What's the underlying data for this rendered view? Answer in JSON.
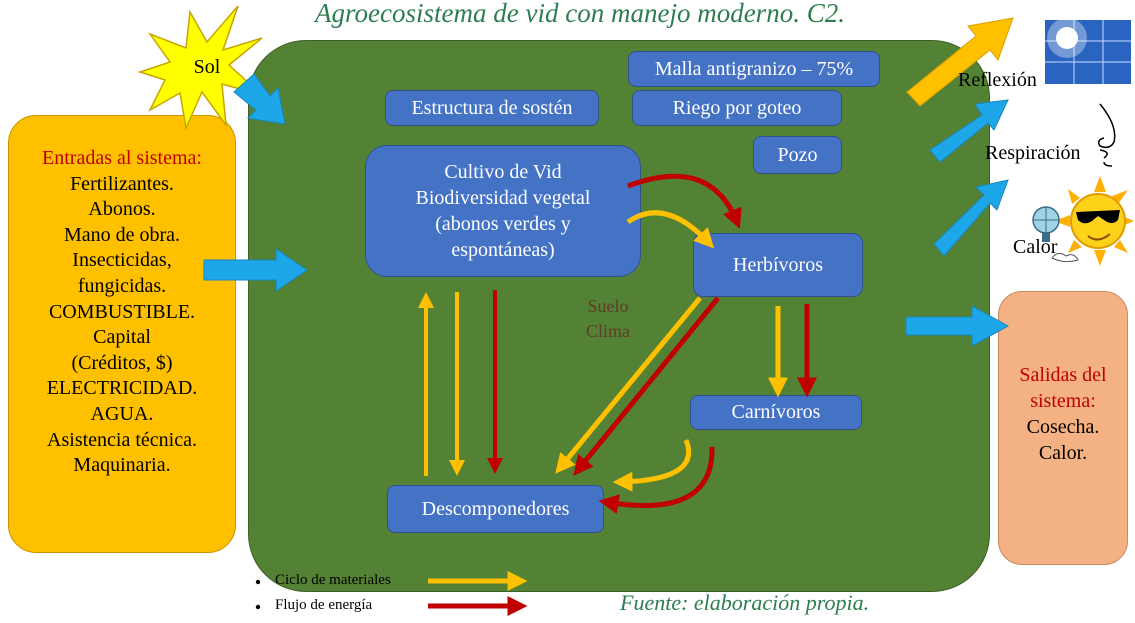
{
  "title": "Agroecosistema de vid con manejo moderno. C2.",
  "inputs": {
    "heading": "Entradas al sistema:",
    "items": [
      "Fertilizantes.",
      "Abonos.",
      "Mano de obra.",
      "Insecticidas,",
      "fungicidas.",
      "COMBUSTIBLE.",
      "Capital",
      "(Créditos, $)",
      "ELECTRICIDAD.",
      "AGUA.",
      "Asistencia técnica.",
      "Maquinaria."
    ]
  },
  "outputs": {
    "heading_1": "Salidas del",
    "heading_2": "sistema:",
    "items": [
      "Cosecha.",
      "Calor."
    ]
  },
  "sun_label": "Sol",
  "nodes": {
    "malla": "Malla antigranizo – 75%",
    "estructura": "Estructura de sostén",
    "riego": "Riego por goteo",
    "pozo": "Pozo",
    "cultivo": [
      "Cultivo de Vid",
      "Biodiversidad vegetal",
      "(abonos verdes y",
      "espontáneas)"
    ],
    "herbivoros": "Herbívoros",
    "carnivoros": "Carnívoros",
    "descomponedores": "Descomponedores"
  },
  "soil": [
    "Suelo",
    "Clima"
  ],
  "losses": {
    "reflexion": "Reflexión",
    "respiracion": "Respiración",
    "calor": "Calor"
  },
  "legend": {
    "materials": "Ciclo de materiales",
    "energy": "Flujo de energía"
  },
  "source": "Fuente: elaboración propia.",
  "colors": {
    "field": "#548235",
    "node": "#4472c4",
    "inputs": "#ffc000",
    "outputs": "#f4b183",
    "material_arrow": "#ffc000",
    "energy_arrow": "#c00000",
    "transfer_arrow": "#1ea7e8",
    "red_heading": "#c00000"
  },
  "icons": [
    "sun-burst-icon",
    "solar-panel-icon",
    "nose-icon",
    "sun-with-sunglasses-icon"
  ]
}
